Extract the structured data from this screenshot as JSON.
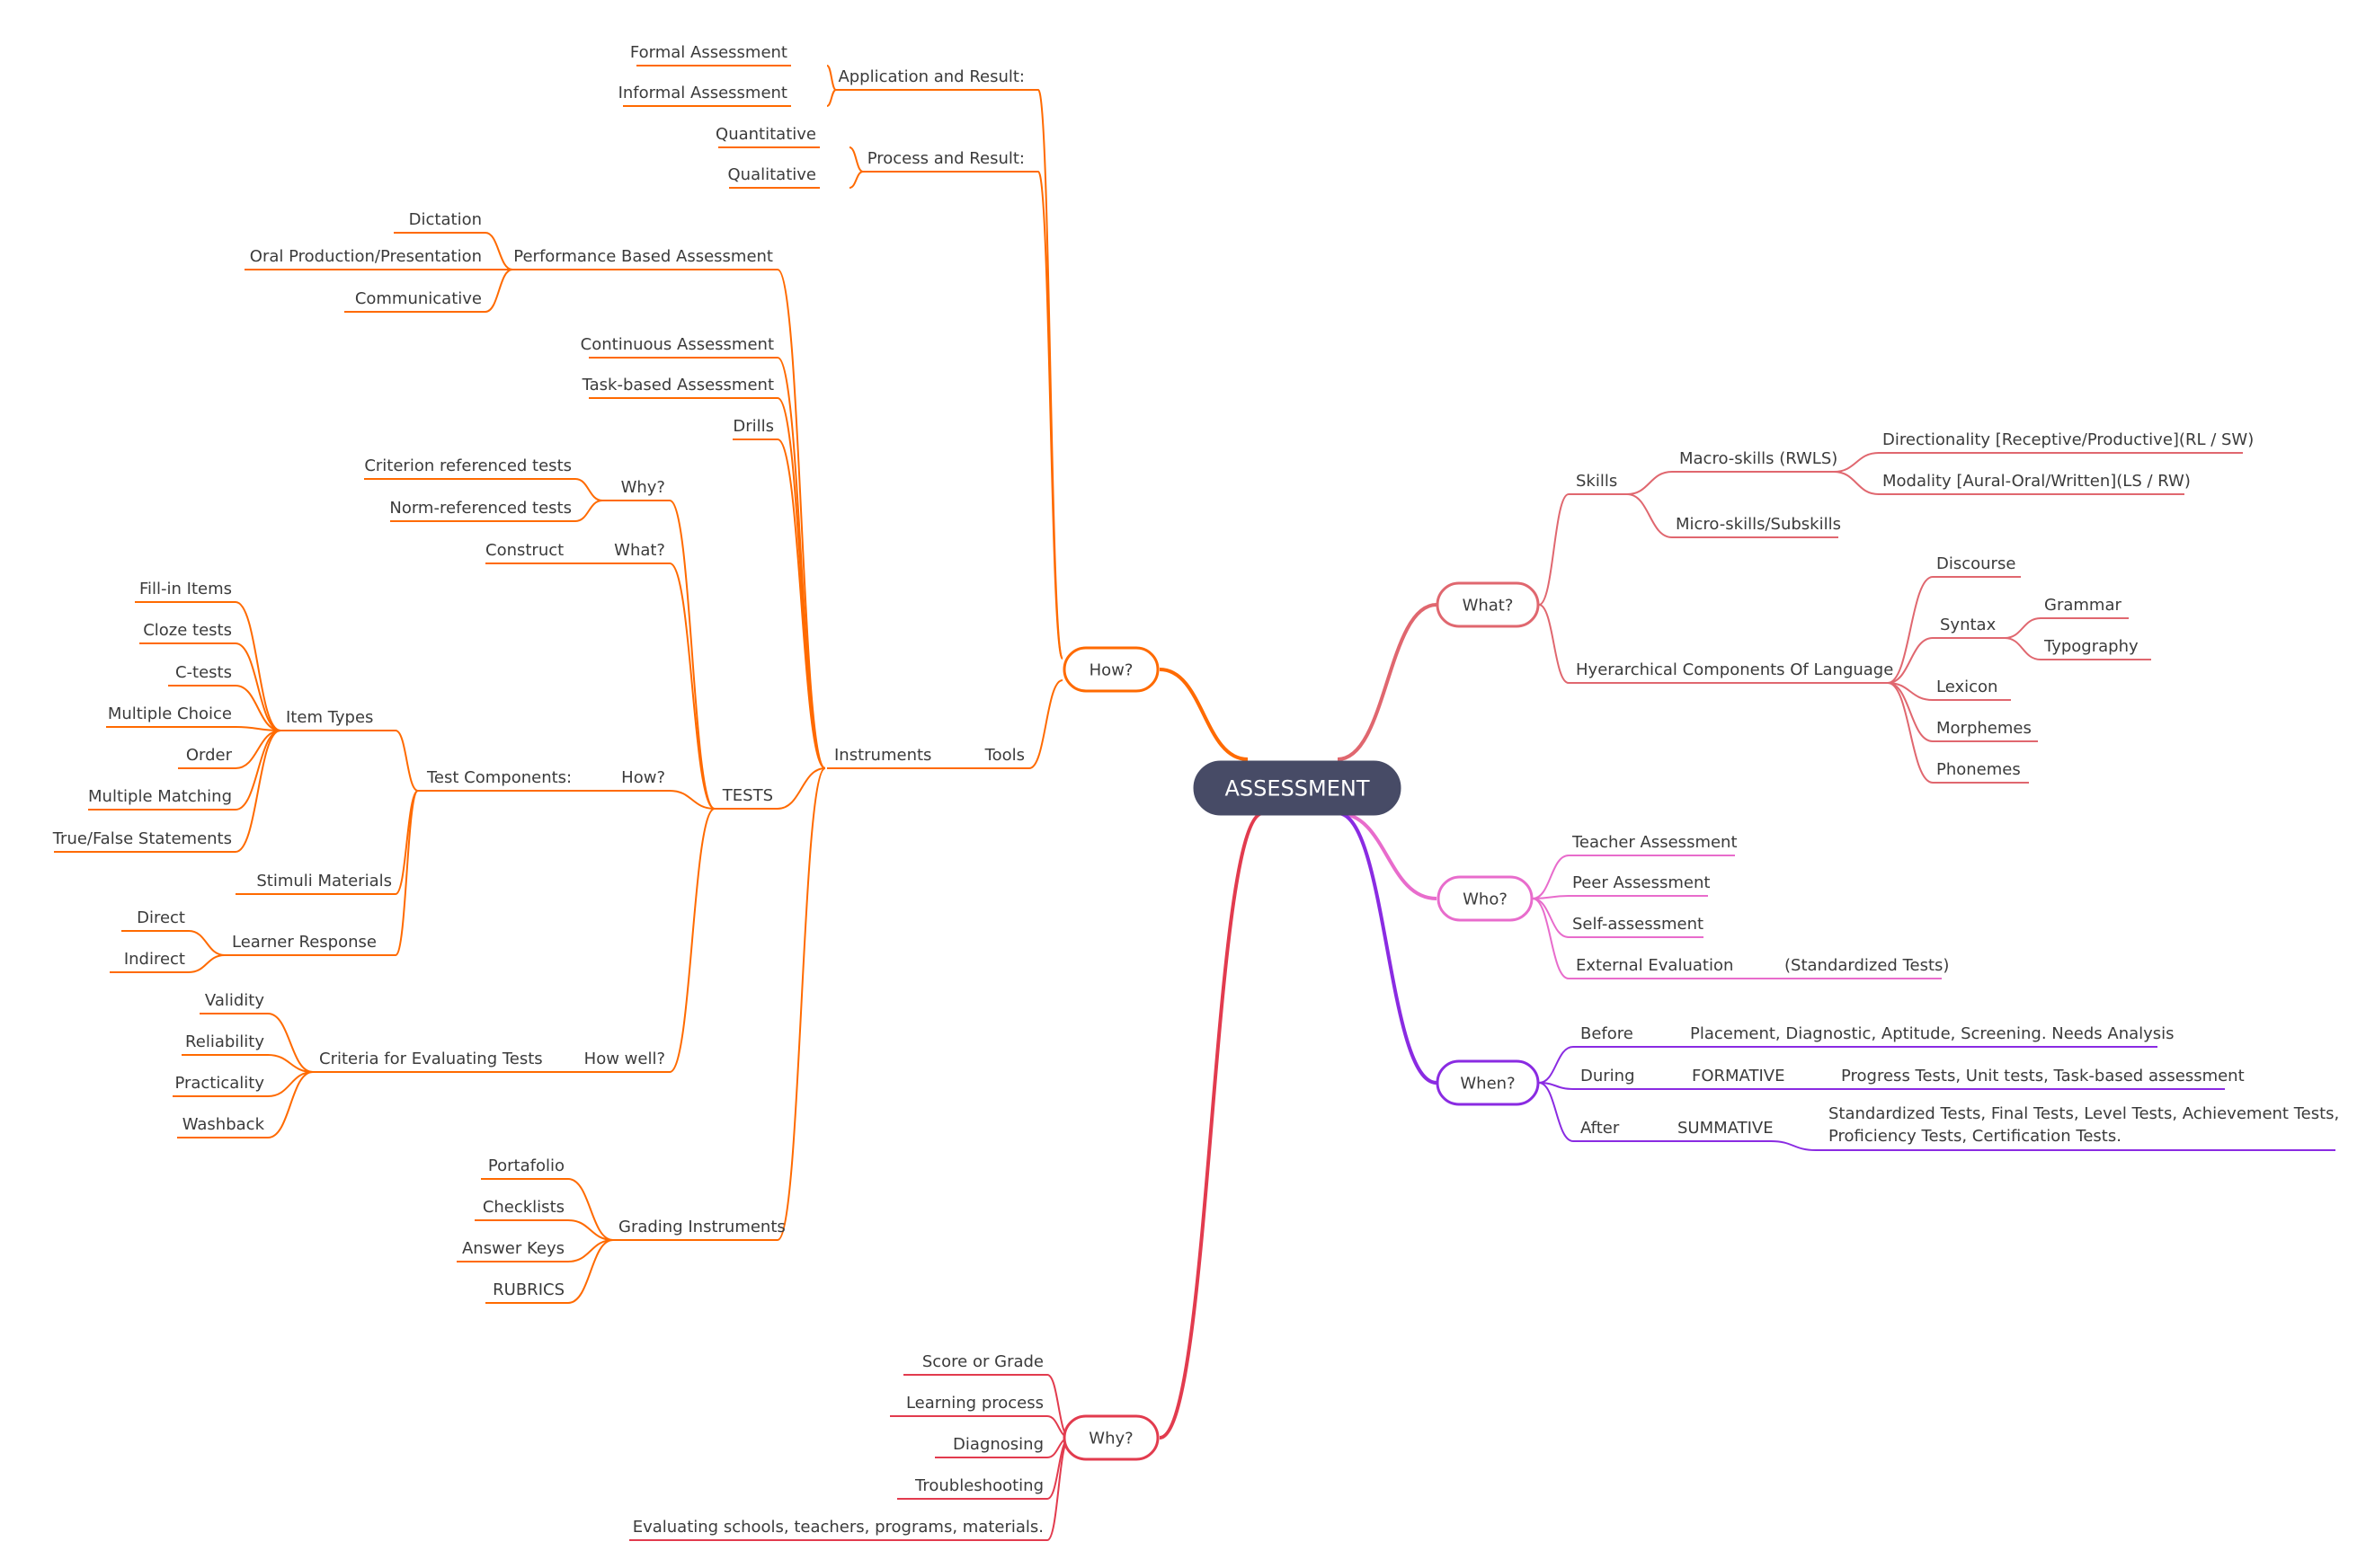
{
  "root": {
    "label": "ASSESSMENT",
    "color": "#474b66"
  },
  "branches": {
    "how": {
      "label": "How?",
      "color": "#ff6a00",
      "application": {
        "label": "Application and Result:",
        "items": [
          "Formal Assessment",
          "Informal Assessment"
        ]
      },
      "process": {
        "label": "Process and Result:",
        "items": [
          "Quantitative",
          "Qualitative"
        ]
      },
      "tools": {
        "label": "Tools",
        "instruments": {
          "label": "Instruments",
          "performance": {
            "label": "Performance Based Assessment",
            "items": [
              "Dictation",
              "Oral Production/Presentation",
              "Communicative"
            ]
          },
          "continuous": "Continuous Assessment",
          "task_based": "Task-based Assessment",
          "drills": "Drills",
          "tests": {
            "label": "TESTS",
            "why": {
              "label": "Why?",
              "items": [
                "Criterion referenced tests",
                "Norm-referenced tests"
              ]
            },
            "what": {
              "label": "What?",
              "items": [
                "Construct"
              ]
            },
            "how": {
              "label": "How?",
              "components": {
                "label": "Test Components:",
                "item_types": {
                  "label": "Item Types",
                  "items": [
                    "Fill-in Items",
                    "Cloze tests",
                    "C-tests",
                    "Multiple Choice",
                    "Order",
                    "Multiple Matching",
                    "True/False Statements"
                  ]
                },
                "stimuli": "Stimuli Materials",
                "learner_response": {
                  "label": "Learner Response",
                  "items": [
                    "Direct",
                    "Indirect"
                  ]
                }
              }
            },
            "how_well": {
              "label": "How well?",
              "criteria": {
                "label": "Criteria for Evaluating Tests",
                "items": [
                  "Validity",
                  "Reliability",
                  "Practicality",
                  "Washback"
                ]
              }
            }
          },
          "grading": {
            "label": "Grading Instruments",
            "items": [
              "Portafolio",
              "Checklists",
              "Answer Keys",
              "RUBRICS"
            ]
          }
        }
      }
    },
    "what": {
      "label": "What?",
      "color": "#e0676f",
      "skills": {
        "label": "Skills",
        "macro": {
          "label": "Macro-skills (RWLS)",
          "items": [
            "Directionality [Receptive/Productive](RL / SW)",
            "Modality [Aural-Oral/Written](LS / RW)"
          ]
        },
        "micro": "Micro-skills/Subskills"
      },
      "hierarchical": {
        "label": "Hyerarchical Components Of Language",
        "discourse": "Discourse",
        "syntax": {
          "label": "Syntax",
          "items": [
            "Grammar",
            "Typography"
          ]
        },
        "others": [
          "Lexicon",
          "Morphemes",
          "Phonemes"
        ]
      }
    },
    "who": {
      "label": "Who?",
      "color": "#e86ccc",
      "items": [
        "Teacher Assessment",
        "Peer Assessment",
        "Self-assessment"
      ],
      "external": {
        "label": "External Evaluation",
        "detail": "(Standardized Tests)"
      }
    },
    "when": {
      "label": "When?",
      "color": "#8a2be2",
      "before": {
        "label": "Before",
        "detail": "Placement, Diagnostic, Aptitude, Screening. Needs Analysis"
      },
      "during": {
        "label": "During",
        "type": "FORMATIVE",
        "detail": "Progress Tests, Unit tests, Task-based assessment"
      },
      "after": {
        "label": "After",
        "type": "SUMMATIVE",
        "detail_lines": [
          "Standardized Tests, Final Tests, Level Tests, Achievement Tests,",
          "Proficiency Tests, Certification Tests."
        ]
      }
    },
    "why": {
      "label": "Why?",
      "color": "#e23b4e",
      "items": [
        "Score or Grade",
        "Learning process",
        "Diagnosing",
        "Troubleshooting",
        "Evaluating schools, teachers, programs, materials."
      ]
    }
  }
}
